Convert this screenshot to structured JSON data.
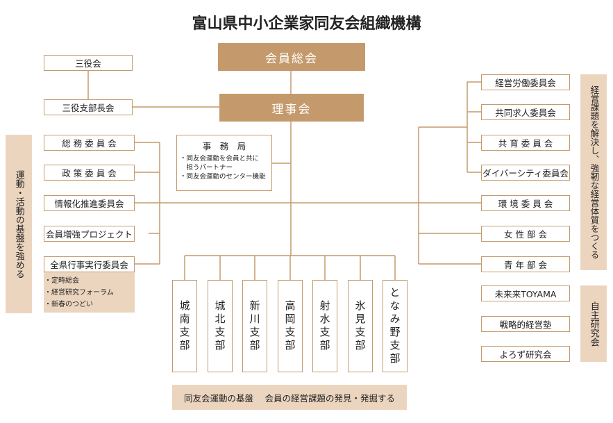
{
  "title": "富山県中小企業家同友会組織機構",
  "core": {
    "general_meeting": "会員総会",
    "board": "理事会"
  },
  "officers": {
    "sanyaku": "三役会",
    "sanyaku_branch": "三役支部長会"
  },
  "office": {
    "title": "事　務　局",
    "lines": [
      "・同友会運動を会員と共に",
      "　担うパートナー",
      "・同友会運動のセンター機能"
    ]
  },
  "left_committees": [
    "総 務 委 員 会",
    "政 策 委 員 会",
    "情報化推進委員会",
    "会員増強プロジェクト",
    "全県行事実行委員会"
  ],
  "events": [
    "・定時総会",
    "・経営研究フォーラム",
    "・新春のつどい"
  ],
  "left_band": "運動・活動の基盤を強める",
  "branches": [
    "城南支部",
    "城北支部",
    "新川支部",
    "高岡支部",
    "射水支部",
    "氷見支部",
    "となみ野支部"
  ],
  "right_committees": [
    "経営労働委員会",
    "共同求人委員会",
    "共 育 委 員 会",
    "ダイバーシティ委員会",
    "環 境 委 員 会",
    "女 性 部 会",
    "青 年 部 会"
  ],
  "right_band": "経営課題を解決し、強靭な経営体質をつくる",
  "study_groups": [
    "未来来TOYAMA",
    "戦略的経営塾",
    "よろず研究会"
  ],
  "study_band": "自主研究会",
  "bottom_banner": "同友会運動の基盤　 会員の経営課題の発見・発掘する",
  "colors": {
    "accent": "#c49a6c",
    "band": "#ecd5bf",
    "text": "#222222"
  }
}
